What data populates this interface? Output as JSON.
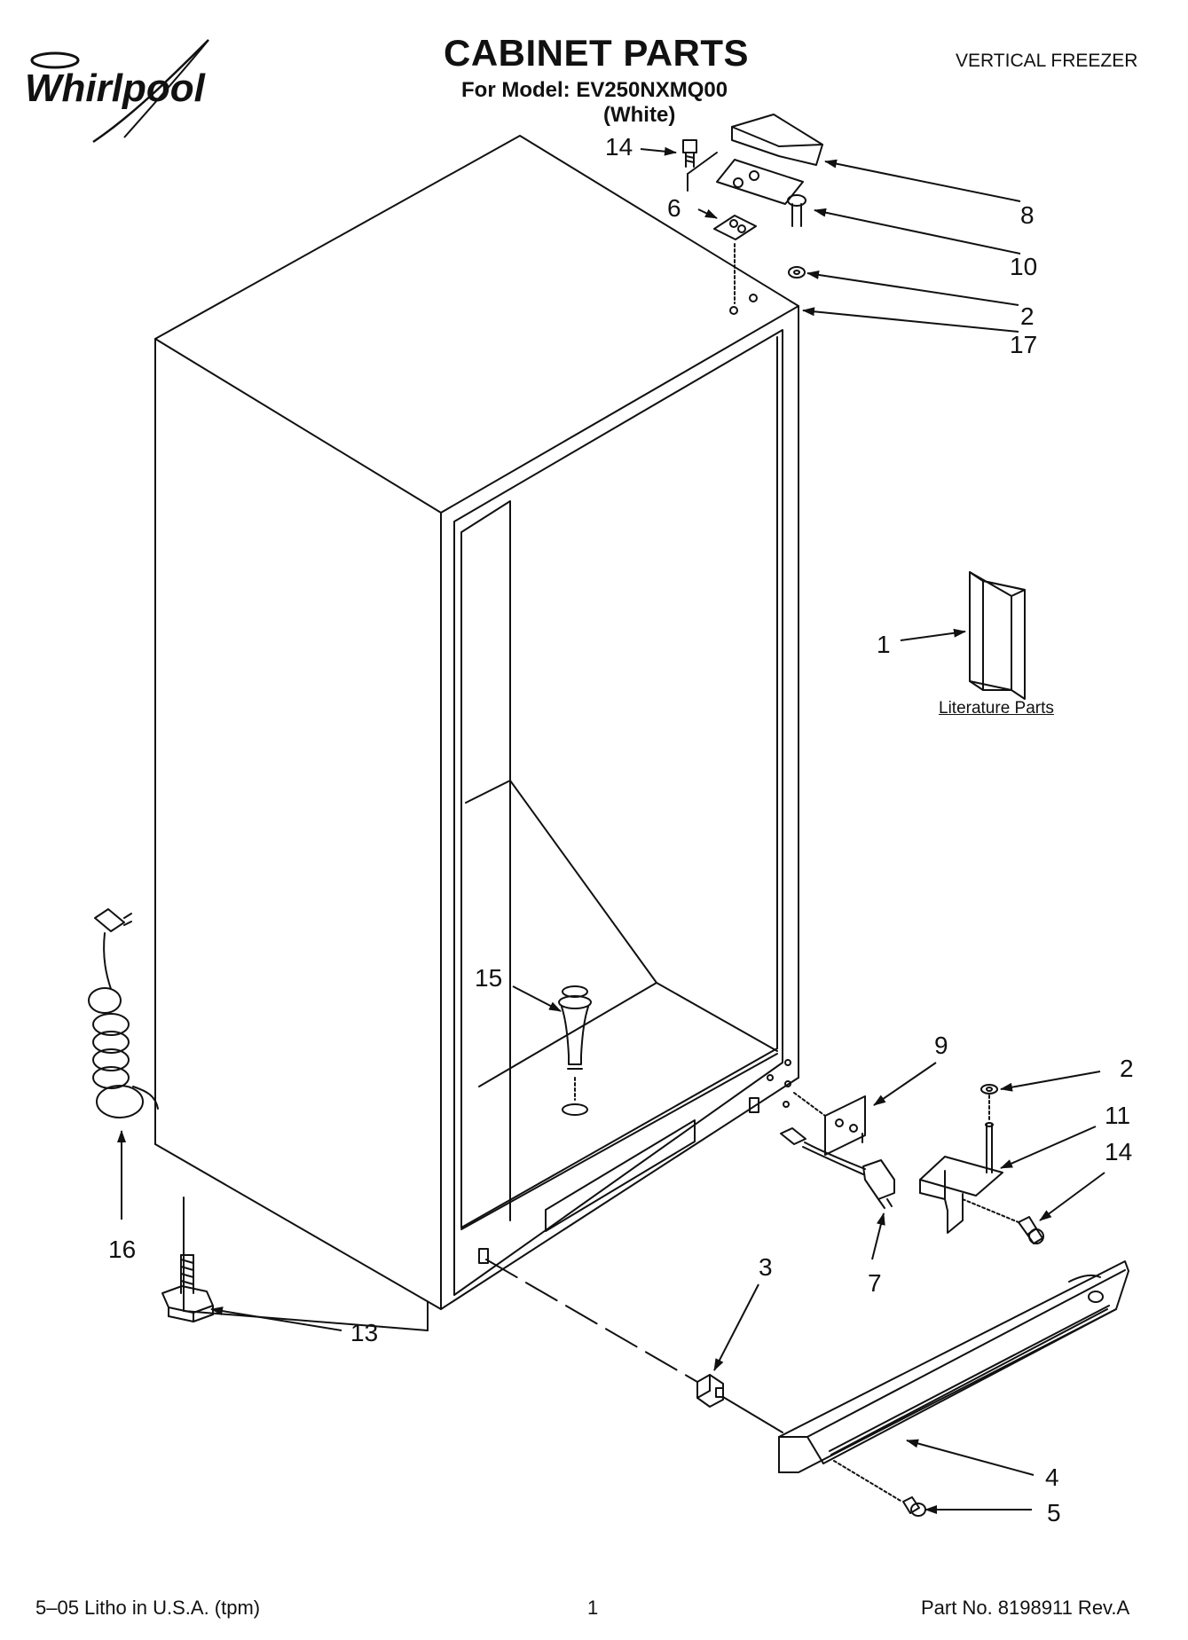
{
  "header": {
    "brand": "Whirlpool",
    "title": "CABINET PARTS",
    "model": "For Model: EV250NXMQ00",
    "color": "(White)",
    "category": "VERTICAL FREEZER"
  },
  "diagram": {
    "callouts": [
      {
        "id": "c14a",
        "text": "14"
      },
      {
        "id": "c6",
        "text": "6"
      },
      {
        "id": "c8",
        "text": "8"
      },
      {
        "id": "c10",
        "text": "10"
      },
      {
        "id": "c2a",
        "text": "2"
      },
      {
        "id": "c17",
        "text": "17"
      },
      {
        "id": "c1",
        "text": "1"
      },
      {
        "id": "c15",
        "text": "15"
      },
      {
        "id": "c9",
        "text": "9"
      },
      {
        "id": "c2b",
        "text": "2"
      },
      {
        "id": "c11",
        "text": "11"
      },
      {
        "id": "c14b",
        "text": "14"
      },
      {
        "id": "c16",
        "text": "16"
      },
      {
        "id": "c7",
        "text": "7"
      },
      {
        "id": "c3",
        "text": "3"
      },
      {
        "id": "c13",
        "text": "13"
      },
      {
        "id": "c4",
        "text": "4"
      },
      {
        "id": "c5",
        "text": "5"
      }
    ],
    "literature_label": "Literature Parts"
  },
  "footer": {
    "left": "5–05 Litho in U.S.A. (tpm)",
    "page": "1",
    "right": "Part No. 8198911 Rev.A"
  },
  "colors": {
    "ink": "#111111",
    "paper": "#ffffff"
  }
}
